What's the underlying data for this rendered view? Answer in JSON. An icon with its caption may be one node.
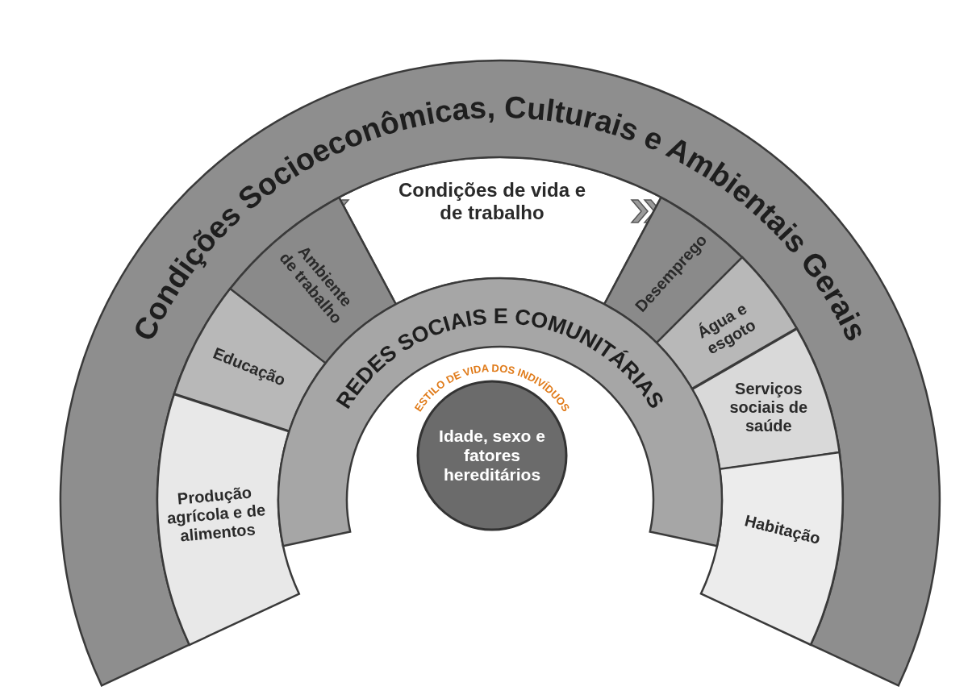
{
  "diagram": {
    "nodes": [
      {
        "text": [
          "Condições Socioeconômicas, Culturais e Ambientais Gerais"
        ]
      },
      {
        "text": [
          "Condições de vida e de trabalho"
        ]
      },
      {
        "text": [
          "Ambiente de trabalho"
        ]
      },
      {
        "text": [
          "Educação"
        ]
      },
      {
        "text": [
          "Produção agrícola e de alimentos"
        ]
      },
      {
        "text": [
          "Desemprego"
        ]
      },
      {
        "text": [
          "Água e esgoto"
        ]
      },
      {
        "text": [
          "Serviços sociais de saúde"
        ]
      },
      {
        "text": [
          "Habitação"
        ]
      },
      {
        "text": [
          "REDES SOCIAIS E COMUNITÁRIAS"
        ]
      },
      {
        "text": [
          "ESTILO DE VIDA DOS INDIVÍDUOS"
        ]
      },
      {
        "text": [
          "Idade, sexo e fatores hereditários"
        ]
      }
    ]
  }
}
